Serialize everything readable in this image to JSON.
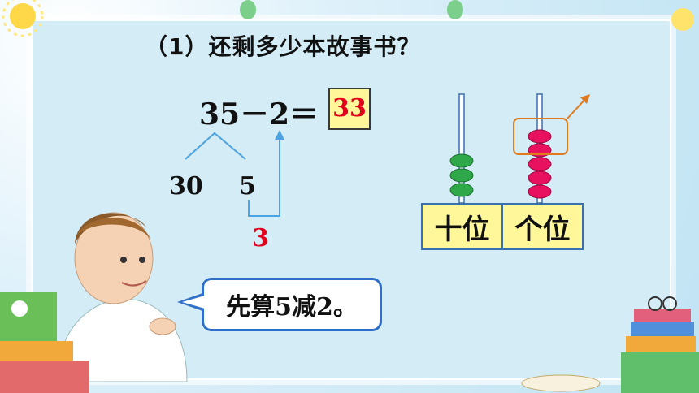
{
  "title": "（1）还剩多少本故事书？",
  "equation": "35－2＝",
  "answer": "33",
  "split_tens": "30",
  "split_ones": "5",
  "intermediate_result": "3",
  "abacus": {
    "tens_label": "十位",
    "ones_label": "个位",
    "tens_beads": 3,
    "ones_beads": 5,
    "removed_beads": 2,
    "tens_bead_color": "#2fa84a",
    "ones_bead_color": "#e8115f"
  },
  "speech": "先算5减2。",
  "colors": {
    "answer_text": "#e0001b",
    "answer_box": "#fff79a",
    "arrow": "#e07a1c",
    "bubble_border": "#2f6fc6"
  }
}
